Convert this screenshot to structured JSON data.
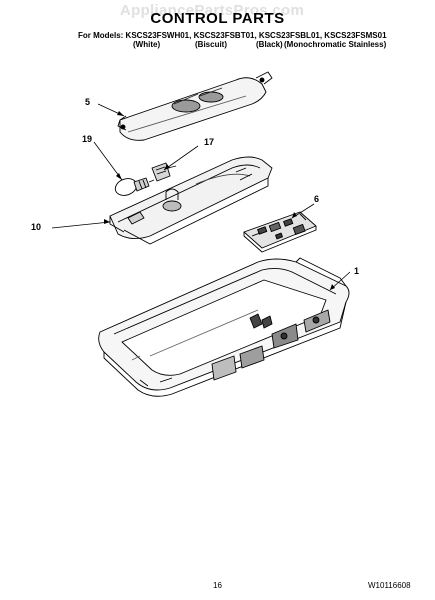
{
  "watermark": "AppliancePartsPros.com",
  "title": "CONTROL PARTS",
  "models_line": "For Models: KSCS23FSWH01, KSCS23FSBT01, KSCS23FSBL01, KSCS23FSMS01",
  "color_labels": [
    "(White)",
    "(Biscuit)",
    "(Black)",
    "(Monochromatic Stainless)"
  ],
  "callouts": {
    "part_5": "5",
    "part_19": "19",
    "part_17": "17",
    "part_10": "10",
    "part_6": "6",
    "part_1": "1"
  },
  "footer": {
    "page_number": "16",
    "doc_number": "W10116608"
  }
}
